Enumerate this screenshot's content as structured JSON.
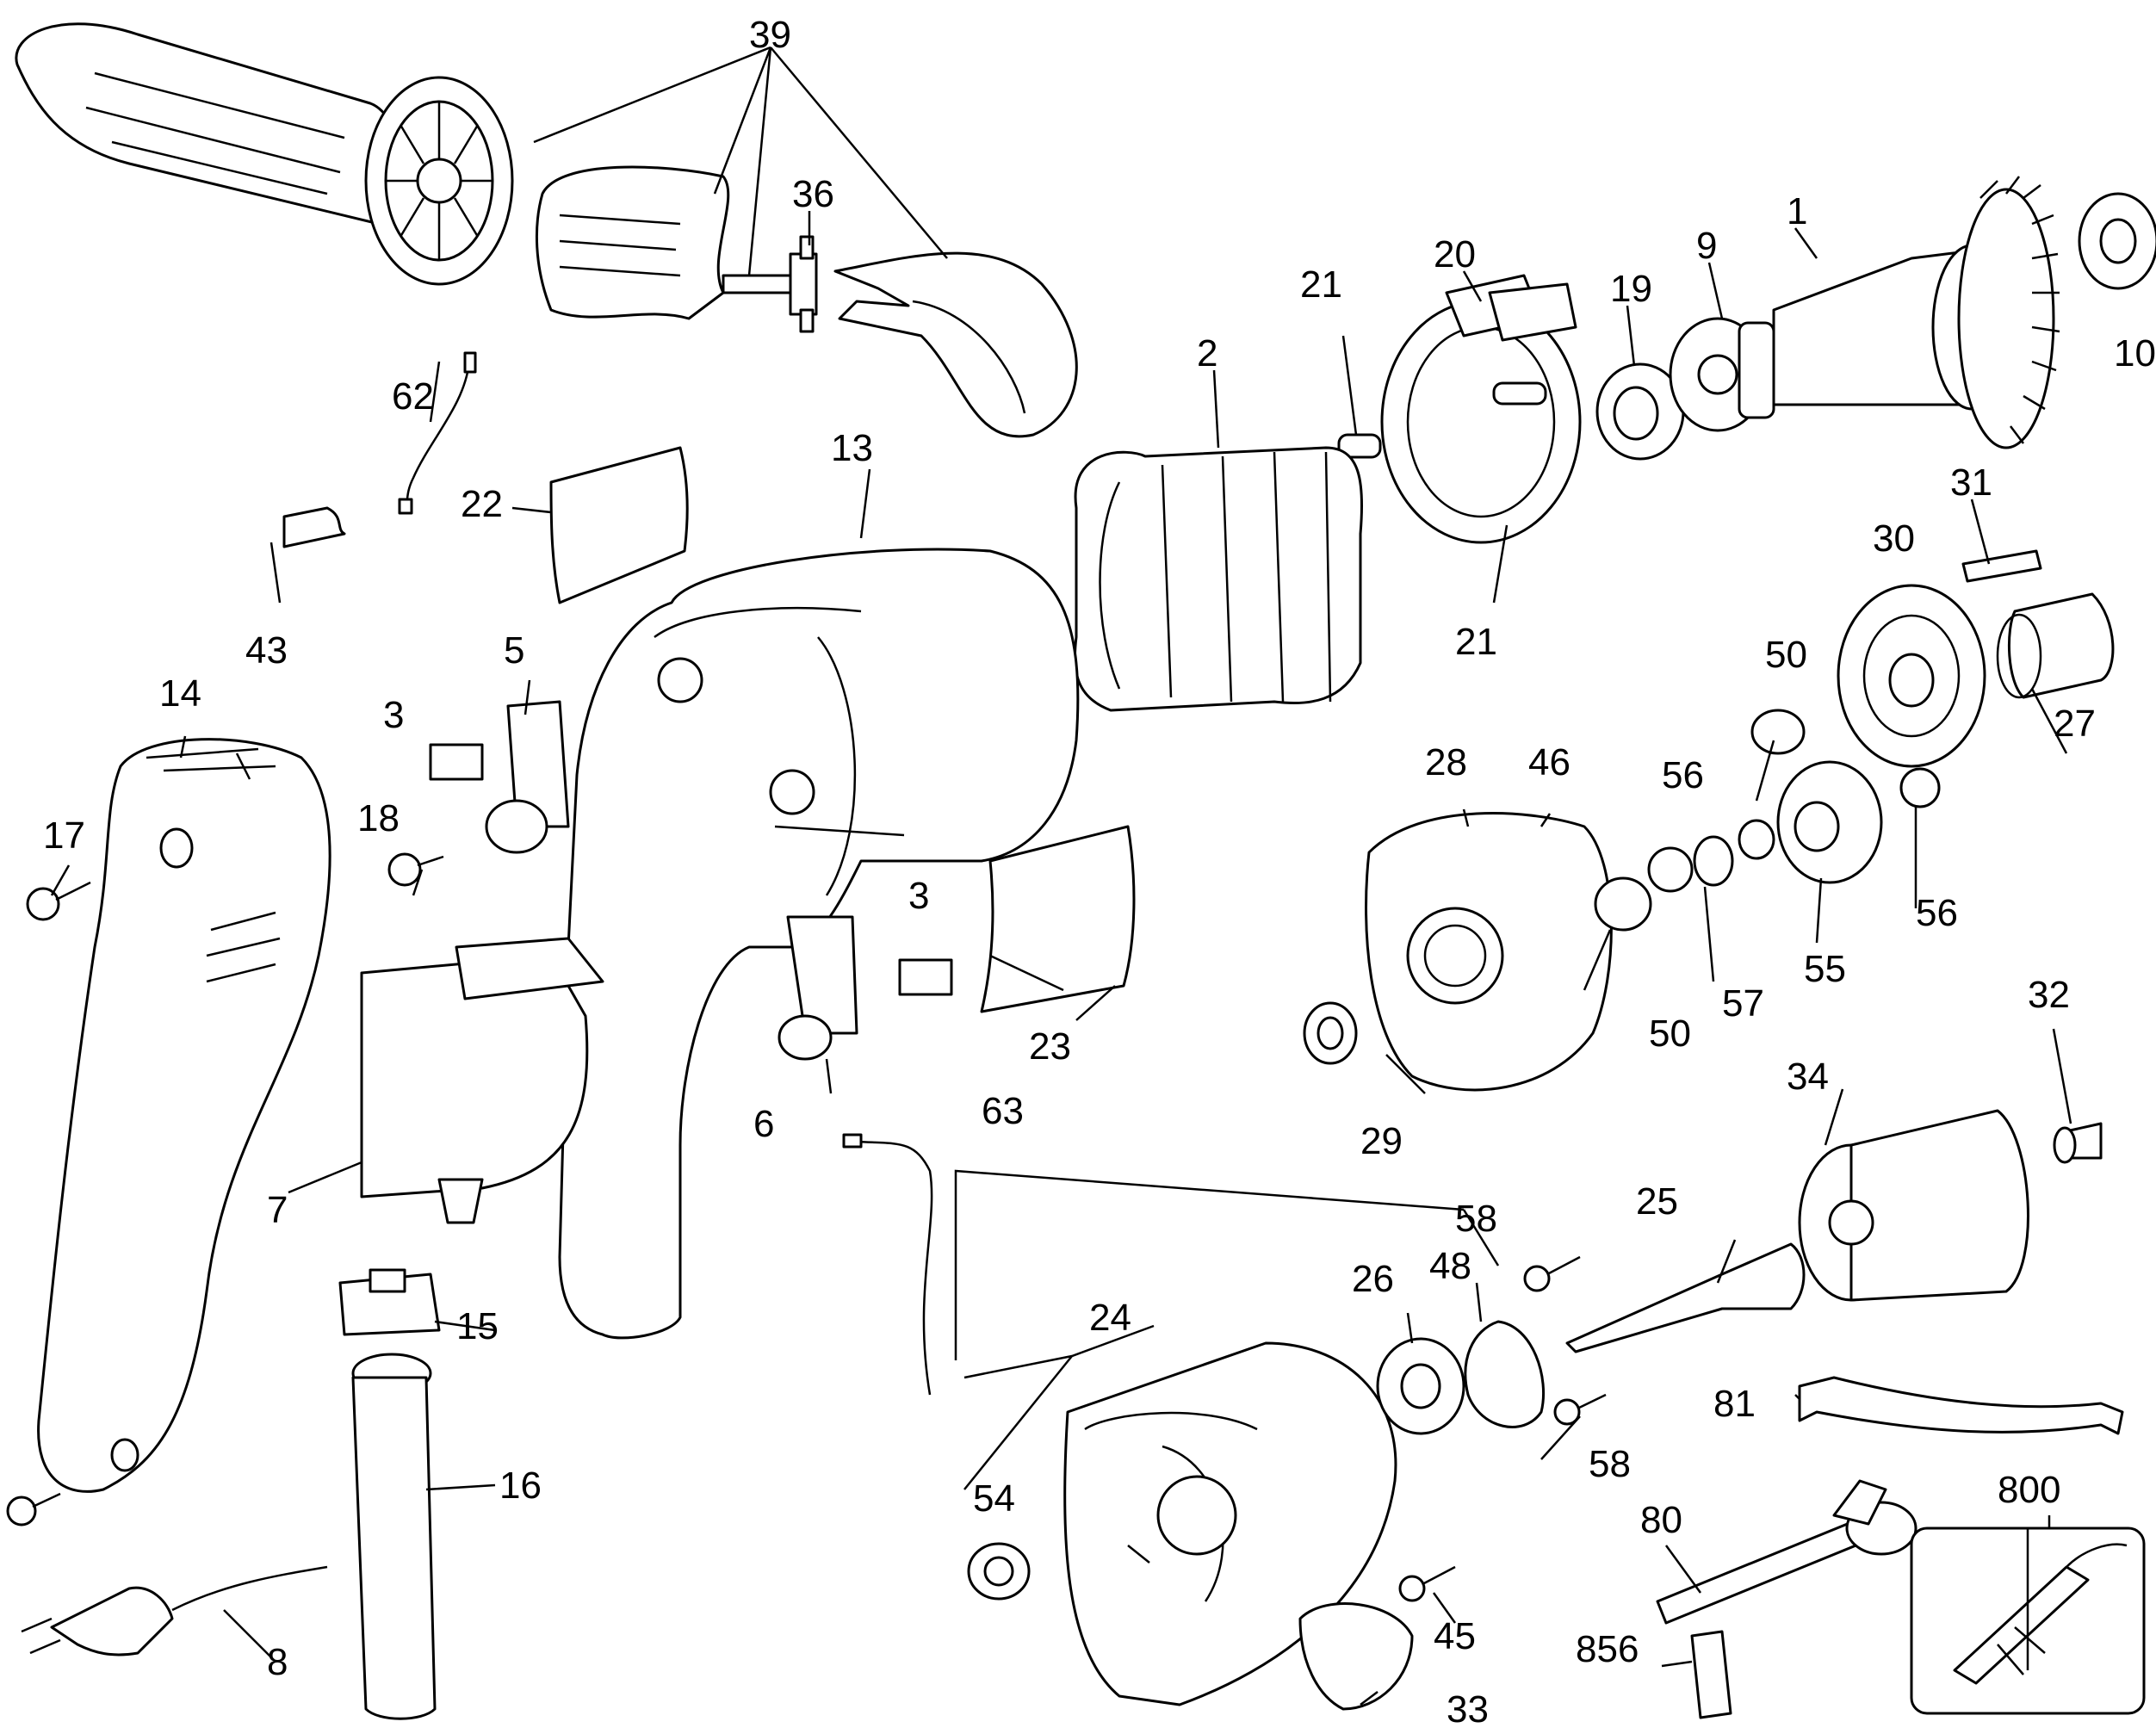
{
  "diagram": {
    "callouts": {
      "c1": "1",
      "c2": "2",
      "c3a": "3",
      "c3b": "3",
      "c5": "5",
      "c6": "6",
      "c7": "7",
      "c8": "8",
      "c9": "9",
      "c10": "10",
      "c13": "13",
      "c14": "14",
      "c15": "15",
      "c16": "16",
      "c17": "17",
      "c18": "18",
      "c19": "19",
      "c20": "20",
      "c21a": "21",
      "c21b": "21",
      "c22": "22",
      "c23": "23",
      "c24": "24",
      "c25": "25",
      "c26": "26",
      "c27": "27",
      "c28": "28",
      "c29": "29",
      "c30": "30",
      "c31": "31",
      "c32": "32",
      "c33": "33",
      "c34": "34",
      "c36": "36",
      "c39": "39",
      "c43": "43",
      "c45": "45",
      "c46": "46",
      "c48": "48",
      "c50a": "50",
      "c50b": "50",
      "c54": "54",
      "c55": "55",
      "c56a": "56",
      "c56b": "56",
      "c57": "57",
      "c58a": "58",
      "c58b": "58",
      "c62": "62",
      "c63": "63",
      "c80": "80",
      "c81": "81",
      "c800": "800",
      "c856": "856"
    }
  }
}
